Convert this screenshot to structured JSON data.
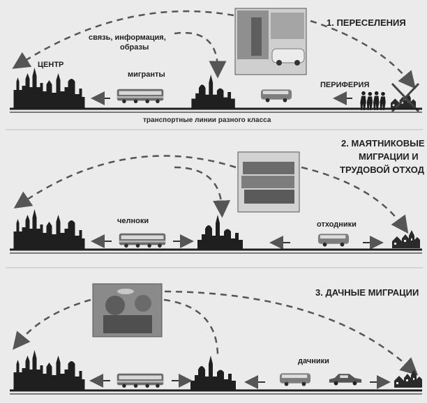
{
  "panel1": {
    "title": "1. ПЕРЕСЕЛЕНИЯ",
    "info_label_line1": "связь, информация,",
    "info_label_line2": "образы",
    "center_label": "ЦЕНТР",
    "migrants_label": "мигранты",
    "periphery_label": "ПЕРИФЕРИЯ",
    "transport_label": "транспортные линии разного класса"
  },
  "panel2": {
    "title_line1": "2. МАЯТНИКОВЫЕ",
    "title_line2": "МИГРАЦИИ И",
    "title_line3": "ТРУДОВОЙ ОТХОД",
    "shuttles_label": "челноки",
    "seasonal_label": "отходники"
  },
  "panel3": {
    "title": "3. ДАЧНЫЕ МИГРАЦИИ",
    "dacha_label": "дачники"
  },
  "icons": {
    "big_city": "city-skyline-icon",
    "mid_city": "town-skyline-icon",
    "village": "village-icon",
    "bus": "bus-icon",
    "train": "train-icon",
    "car": "car-icon",
    "people": "walking-people-icon"
  },
  "colors": {
    "ink": "#1f1f1f",
    "dash": "#555555",
    "bg": "#ebebeb",
    "rail": "#7a7a7a"
  }
}
